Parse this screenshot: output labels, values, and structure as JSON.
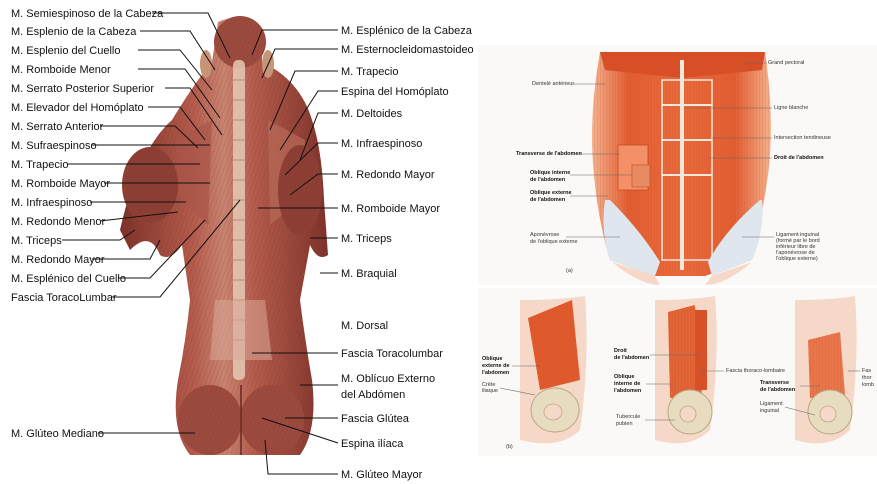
{
  "left_figure": {
    "left_labels": [
      "M. Semiespinoso de la Cabeza",
      "M. Esplenio de la Cabeza",
      "M. Esplenio del Cuello",
      "M. Romboide Menor",
      "M. Serrato Posterior Superior",
      "M. Elevador del Homóplato",
      "M. Serrato Anterior",
      "M. Sufraespinoso",
      "M. Trapecio",
      "M. Romboide Mayor",
      "M. Infraespinoso",
      "M. Redondo Menor",
      "M. Triceps",
      "M. Redondo Mayor",
      "M. Esplénico del Cuello",
      "Fascia ToracoLumbar",
      "M. Glúteo Mediano"
    ],
    "right_labels": [
      "M. Esplénico de la Cabeza",
      "M. Esternocleidomastoideo",
      "M. Trapecio",
      "Espina del Homóplato",
      "M. Deltoides",
      "M. Infraespinoso",
      "M. Redondo Mayor",
      "M. Romboide Mayor",
      "M. Triceps",
      "M. Braquial",
      "M. Dorsal",
      "Fascia Toracolumbar",
      "M. Oblícuo Externo",
      "del Abdómen",
      "Fascia Glútea",
      "Espina ilíaca",
      "M. Glúteo Mayor"
    ]
  },
  "right_figure": {
    "panel_a": {
      "tag": "(a)",
      "labels_left": [
        "Dentelé antérieur",
        "Transverse de l'abdomen",
        "Oblique interne",
        "de l'abdomen",
        "Oblique externe",
        "de l'abdomen",
        "Aponévrose",
        "de l'oblique externe"
      ],
      "labels_right": [
        "Grand pectoral",
        "Ligne blanche",
        "Intersection tendineuse",
        "Droit de l'abdomen",
        "Ligament inguinal",
        "(formé par le bord",
        "inférieur libre de",
        "l'aponévrose de",
        "l'oblique externe)"
      ]
    },
    "panel_b": {
      "tag": "(b)",
      "labels": [
        "Oblique",
        "externe de",
        "l'abdomen",
        "Crête",
        "iliaque",
        "Droit",
        "de l'abdomen",
        "Fascia thoraco-lombaire",
        "Oblique",
        "interne de",
        "l'abdomen",
        "Tubercule",
        "pubien",
        "Transverse",
        "de l'abdomen",
        "Ligament",
        "inguinal",
        "Fas",
        "thor",
        "lomb"
      ]
    }
  },
  "colors": {
    "muscle_dark": "#8e3f35",
    "muscle_mid": "#b0594c",
    "muscle_light": "#c98472",
    "spine": "#e6c9b4",
    "abdomen_muscle": "#e05a2e",
    "abdomen_light": "#f39067",
    "aponeurosis": "#dfe6ee",
    "bone": "#e8dcc0",
    "skin": "#f6d8c8"
  }
}
